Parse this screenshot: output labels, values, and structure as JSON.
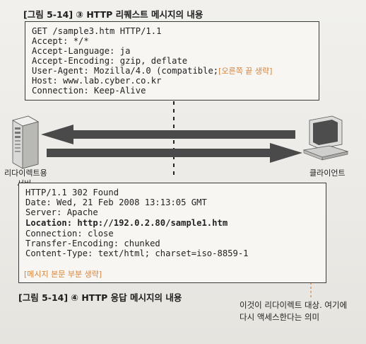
{
  "figure": {
    "request_caption": "[그림 5-14] ③ HTTP 리퀘스트 메시지의 내용",
    "response_caption": "[그림 5-14] ④ HTTP 응답 메시지의 내용"
  },
  "request": {
    "lines": [
      "GET /sample3.htm HTTP/1.1",
      "Accept: */*",
      "Accept-Language: ja",
      "Accept-Encoding: gzip, deflate",
      "User-Agent: Mozilla/4.0 (compatible;",
      "Host: www.lab.cyber.co.kr",
      "Connection: Keep-Alive"
    ],
    "omitted_note": "[오른쪽 끝 생략]"
  },
  "response": {
    "lines": [
      "HTTP/1.1 302 Found",
      "Date: Wed, 21 Feb 2008 13:13:05 GMT",
      "Server: Apache",
      "Location: http://192.0.2.80/sample1.htm",
      "Connection: close",
      "Transfer-Encoding: chunked",
      "Content-Type: text/html; charset=iso-8859-1"
    ],
    "body_omitted_note": "[메시지 본문 부분 생략]"
  },
  "server_label_line1": "리다이렉트용",
  "server_label_line2": "서버",
  "client_label": "클라이언트",
  "annotation": {
    "line1": "이것이 리다이렉트 대상. 여기에",
    "line2": "다시 액세스한다는 의미"
  },
  "colors": {
    "accent": "#d7843c",
    "arrow": "#4a4a4a",
    "border": "#3a3a3a"
  },
  "icons": {
    "server": "server-tower-icon",
    "client": "desktop-computer-icon"
  }
}
